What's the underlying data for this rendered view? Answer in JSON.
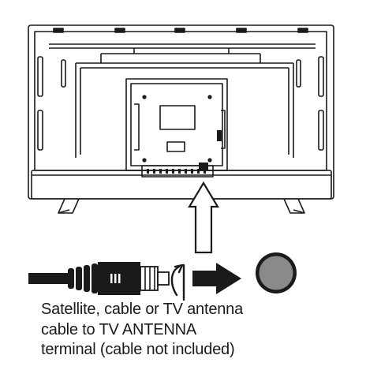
{
  "caption": {
    "lines": [
      "Satellite, cable or TV antenna",
      "cable to TV ANTENNA",
      "terminal (cable not included)"
    ]
  },
  "diagram": {
    "subject": "tv-rear-panel-antenna-connection",
    "icons": [
      "tv-back-panel",
      "up-arrow-icon",
      "coaxial-cable-plug",
      "rotate-arrow-icon",
      "right-arrow-icon",
      "antenna-terminal-icon"
    ],
    "colors": {
      "stroke": "#1a1a1a",
      "terminal_fill": "#8a8a8a"
    }
  }
}
